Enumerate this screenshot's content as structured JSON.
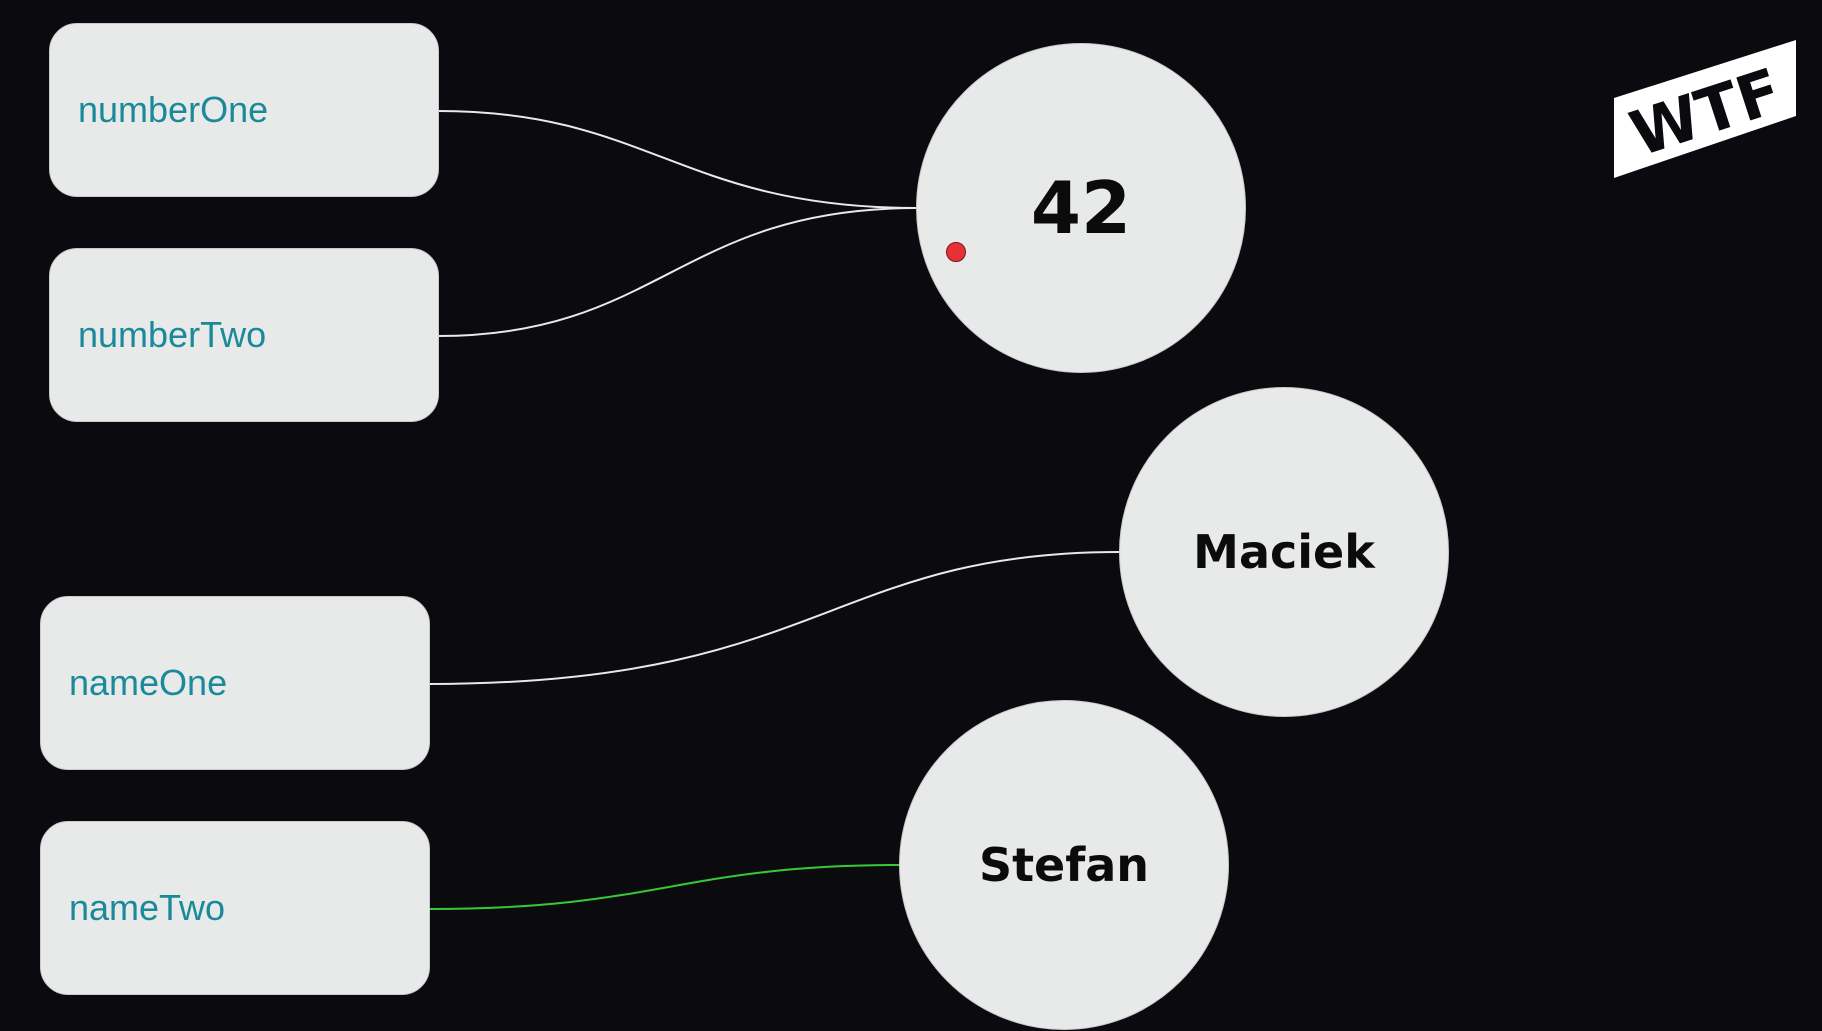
{
  "variables": [
    {
      "name": "numberOne"
    },
    {
      "name": "numberTwo"
    },
    {
      "name": "nameOne"
    },
    {
      "name": "nameTwo"
    }
  ],
  "values": [
    {
      "value": "42"
    },
    {
      "value": "Maciek"
    },
    {
      "value": "Stefan"
    }
  ],
  "links": [
    {
      "from": "numberOne",
      "to": "42"
    },
    {
      "from": "numberTwo",
      "to": "42"
    },
    {
      "from": "nameOne",
      "to": "Maciek"
    },
    {
      "from": "nameTwo",
      "to": "Stefan",
      "highlighted": true
    }
  ],
  "colors": {
    "background": "#0b0b0f",
    "box_fill": "#e8e9e9",
    "variable_text": "#1a8a9a",
    "value_text": "#0b0b0b",
    "wire": "#e8e9e9",
    "wire_highlight": "#37c83a",
    "marker": "#e53238"
  },
  "logo": {
    "text": "WTF"
  }
}
